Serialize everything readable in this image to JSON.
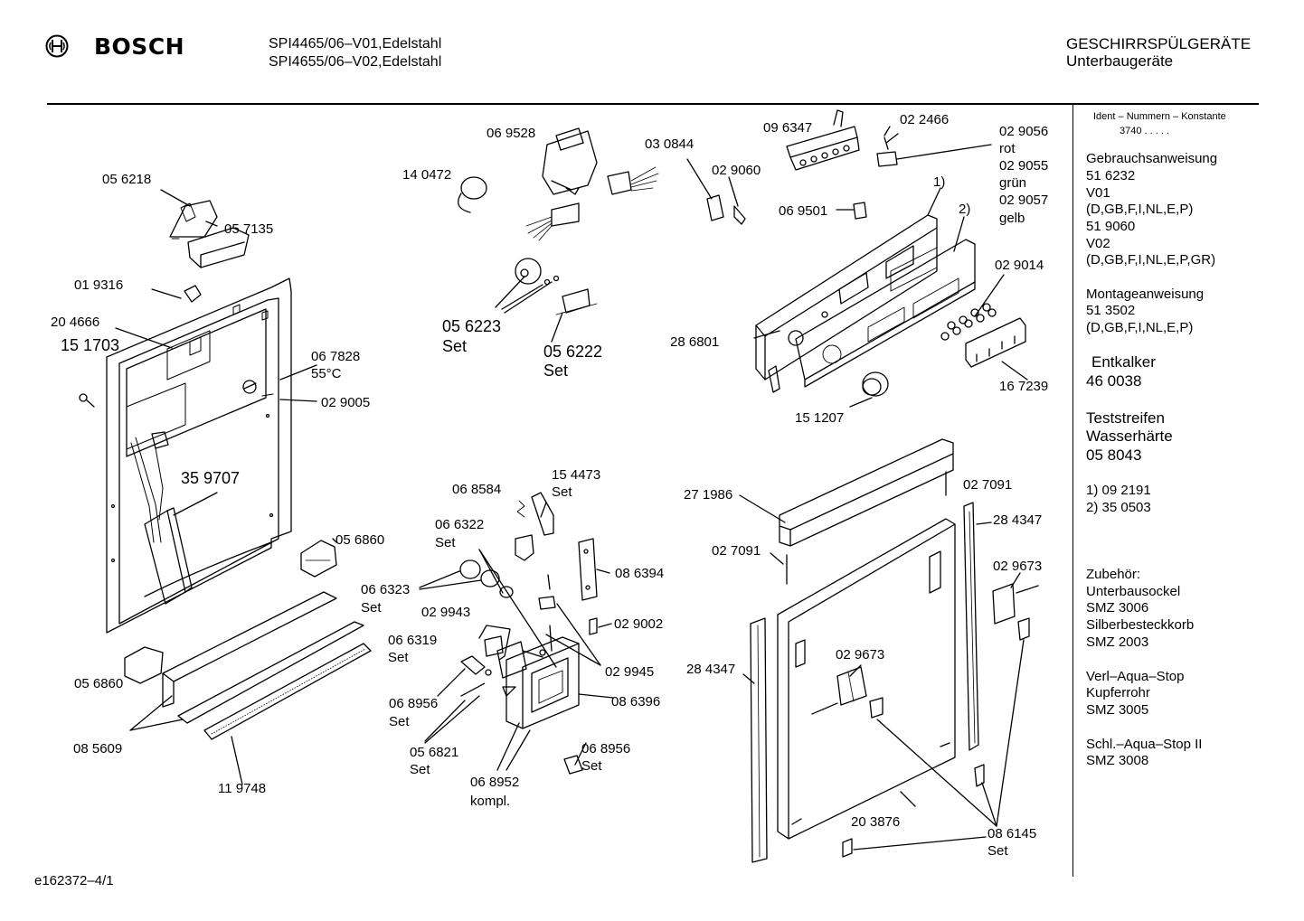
{
  "header": {
    "brand": "BOSCH",
    "models": [
      "SPI4465/06–V01,Edelstahl",
      "SPI4655/06–V02,Edelstahl"
    ],
    "category": "GESCHIRRSPÜLGERÄTE",
    "subcategory": "Unterbaugeräte"
  },
  "sidebar": {
    "ident_label": "Ident – Nummern – Konstante",
    "ident_value": "3740  .  .  .  .  .",
    "lines": [
      "Gebrauchsanweisung",
      "51 6232",
      "V01",
      "(D,GB,F,I,NL,E,P)",
      "51 9060",
      "V02",
      "(D,GB,F,I,NL,E,P,GR)"
    ],
    "montage": [
      "Montageanweisung",
      "51 3502",
      "(D,GB,F,I,NL,E,P)"
    ],
    "entkalker": [
      "Entkalker",
      "46 0038"
    ],
    "teststreifen": [
      "Teststreifen",
      "Wasserhärte",
      "05 8043"
    ],
    "footnotes": [
      "1)  09 2191",
      "2)  35 0503"
    ],
    "zubehoer": [
      "Zubehör:",
      "Unterbausockel",
      "SMZ 3006",
      "Silberbesteckkorb",
      "SMZ 2003"
    ],
    "aqua": [
      "Verl–Aqua–Stop",
      "Kupferrohr",
      "SMZ 3005"
    ],
    "schl": [
      "Schl.–Aqua–Stop II",
      "SMZ 3008"
    ]
  },
  "footer": {
    "code": "e162372–4/1"
  },
  "parts": [
    "05 6218",
    "05 7135",
    "01 9316",
    "20 4666",
    "15 1703",
    "06 7828",
    "55°C",
    "02 9005",
    "35 9707",
    "05 6860",
    "05 6860",
    "08 5609",
    "11 9748",
    "14 0472",
    "06 9528",
    "05 6223",
    "Set",
    "05 6222",
    "Set",
    "03 0844",
    "02 9060",
    "09 6347",
    "02 2466",
    "02 9056",
    "rot",
    "02 9055",
    "grün",
    "02 9057",
    "gelb",
    "06 9501",
    "1)",
    "2)",
    "02 9014",
    "28 6801",
    "15 1207",
    "16 7239",
    "06 8584",
    "15 4473",
    "Set",
    "06 6322",
    "Set",
    "06 6323",
    "Set",
    "08 6394",
    "02 9943",
    "02 9002",
    "06 6319",
    "Set",
    "02 9945",
    "06 8956",
    "Set",
    "08 6396",
    "05 6821",
    "Set",
    "06 8956",
    "Set",
    "06 8952",
    "kompl.",
    "27 1986",
    "02 7091",
    "28 4347",
    "02 7091",
    "02 9673",
    "28 4347",
    "02 9673",
    "20 3876",
    "08 6145",
    "Set"
  ]
}
